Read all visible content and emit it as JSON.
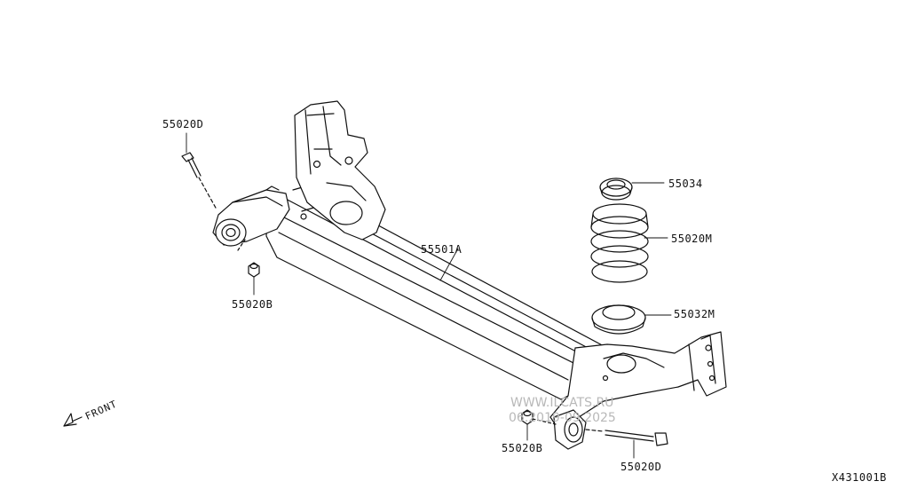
{
  "labels": {
    "bolt_upper_left": "55020D",
    "nut_left": "55020B",
    "axle_beam": "55501A",
    "spring_seat_upper": "55034",
    "coil_spring": "55020M",
    "spring_seat_lower": "55032M",
    "nut_right": "55020B",
    "bolt_lower_right": "55020D",
    "diagram_code": "X431001B",
    "front": "FRONT"
  },
  "watermark": {
    "line1": "WWW.ILCATS.RU",
    "line2": "06.2019-09.2025"
  },
  "colors": {
    "line": "#111111",
    "watermark": "#b8b8b8"
  }
}
